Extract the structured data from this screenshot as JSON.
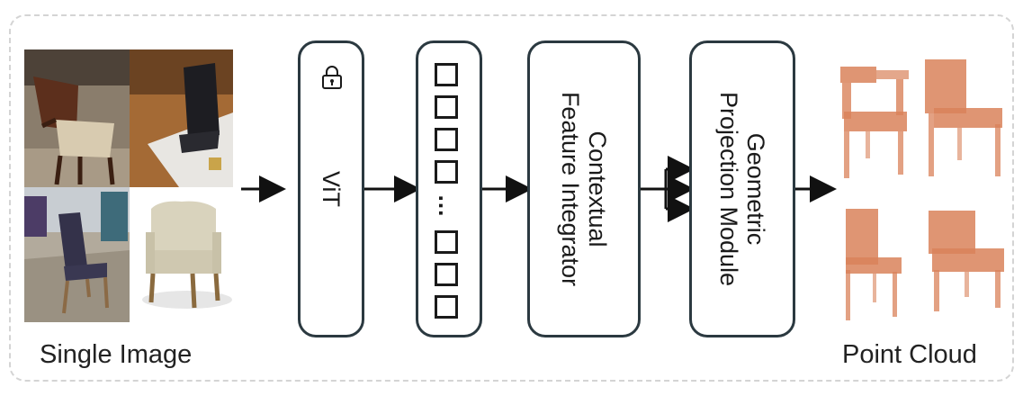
{
  "captions": {
    "input": "Single Image",
    "output": "Point Cloud"
  },
  "modules": {
    "vit": {
      "label": "ViT",
      "icon": "lock-icon"
    },
    "tokens": {
      "icon": "token-square-icon",
      "ellipsis": "..."
    },
    "cfi": {
      "line1": "Contextual",
      "line2": "Feature Integrator"
    },
    "gpm": {
      "line1": "Geometric",
      "line2": "Projection Module"
    }
  },
  "colors": {
    "module_border": "#2b3940",
    "arrow": "#111111",
    "point_cloud": "#d9825a"
  }
}
